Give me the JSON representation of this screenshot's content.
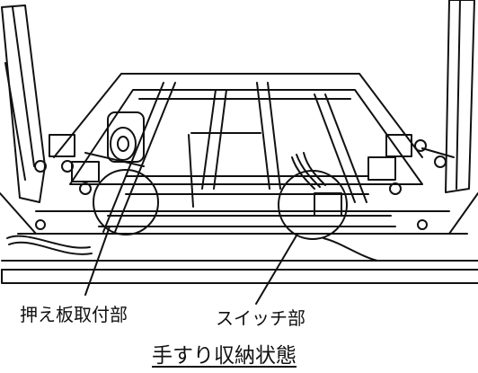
{
  "diagram": {
    "labels": {
      "left_callout": "押え板取付部",
      "right_callout": "スイッチ部"
    },
    "caption": "手すり収納状態"
  }
}
